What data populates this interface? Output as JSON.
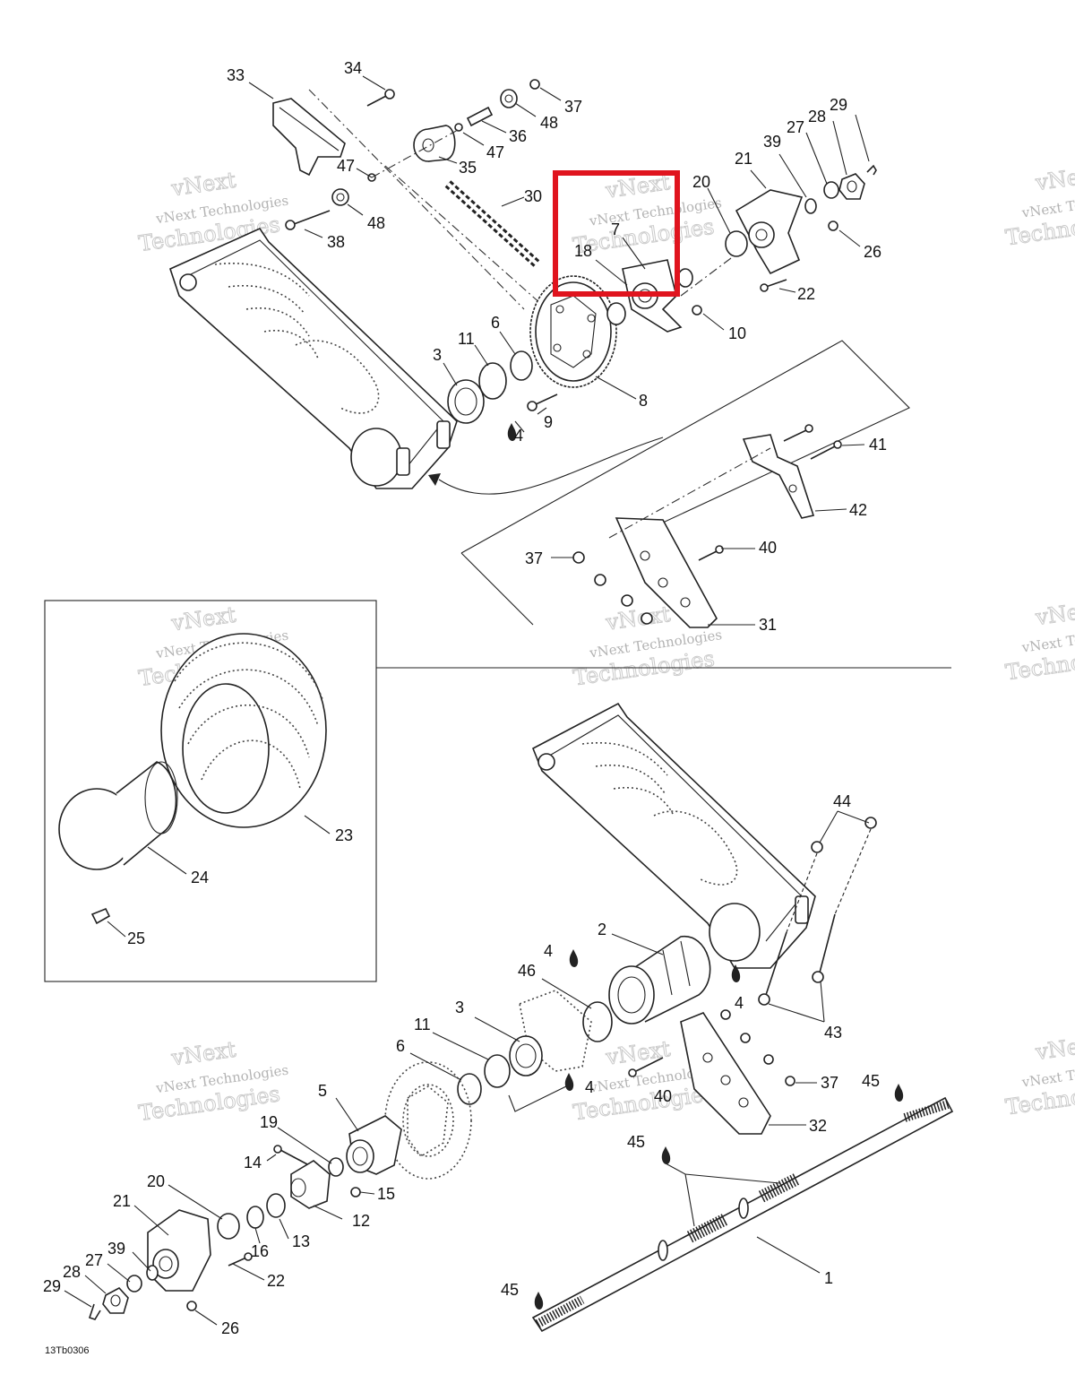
{
  "drawing_code": "13Tb0306",
  "watermark": {
    "line1": "vNext",
    "line2": "vNext Technologies",
    "line3": "Technologies"
  },
  "highlight_color": "#e0141e",
  "callouts": {
    "c33": "33",
    "c34": "34",
    "c37a": "37",
    "c48a": "48",
    "c36": "36",
    "c47a": "47",
    "c35": "35",
    "c47b": "47",
    "c48b": "48",
    "c38": "38",
    "c30": "30",
    "c7": "7",
    "c18": "18",
    "c20a": "20",
    "c21a": "21",
    "c39a": "39",
    "c27a": "27",
    "c28a": "28",
    "c29a": "29",
    "c26a": "26",
    "c22a": "22",
    "c10": "10",
    "c6a": "6",
    "c11a": "11",
    "c3a": "3",
    "c4a": "4",
    "c9": "9",
    "c8": "8",
    "c41": "41",
    "c42": "42",
    "c37b": "37",
    "c40a": "40",
    "c31": "31",
    "c23": "23",
    "c24": "24",
    "c25": "25",
    "c44": "44",
    "c2": "2",
    "c4b": "4",
    "c46": "46",
    "c4c": "4",
    "c43": "43",
    "c3b": "3",
    "c11b": "11",
    "c6b": "6",
    "c4d": "4",
    "c37c": "37",
    "c40b": "40",
    "c45a": "45",
    "c32": "32",
    "c5": "5",
    "c19": "19",
    "c14": "14",
    "c15": "15",
    "c12": "12",
    "c20b": "20",
    "c21b": "21",
    "c16": "16",
    "c13": "13",
    "c22b": "22",
    "c39b": "39",
    "c27b": "27",
    "c28b": "28",
    "c29b": "29",
    "c26b": "26",
    "c45b": "45",
    "c1": "1",
    "c45c": "45"
  }
}
